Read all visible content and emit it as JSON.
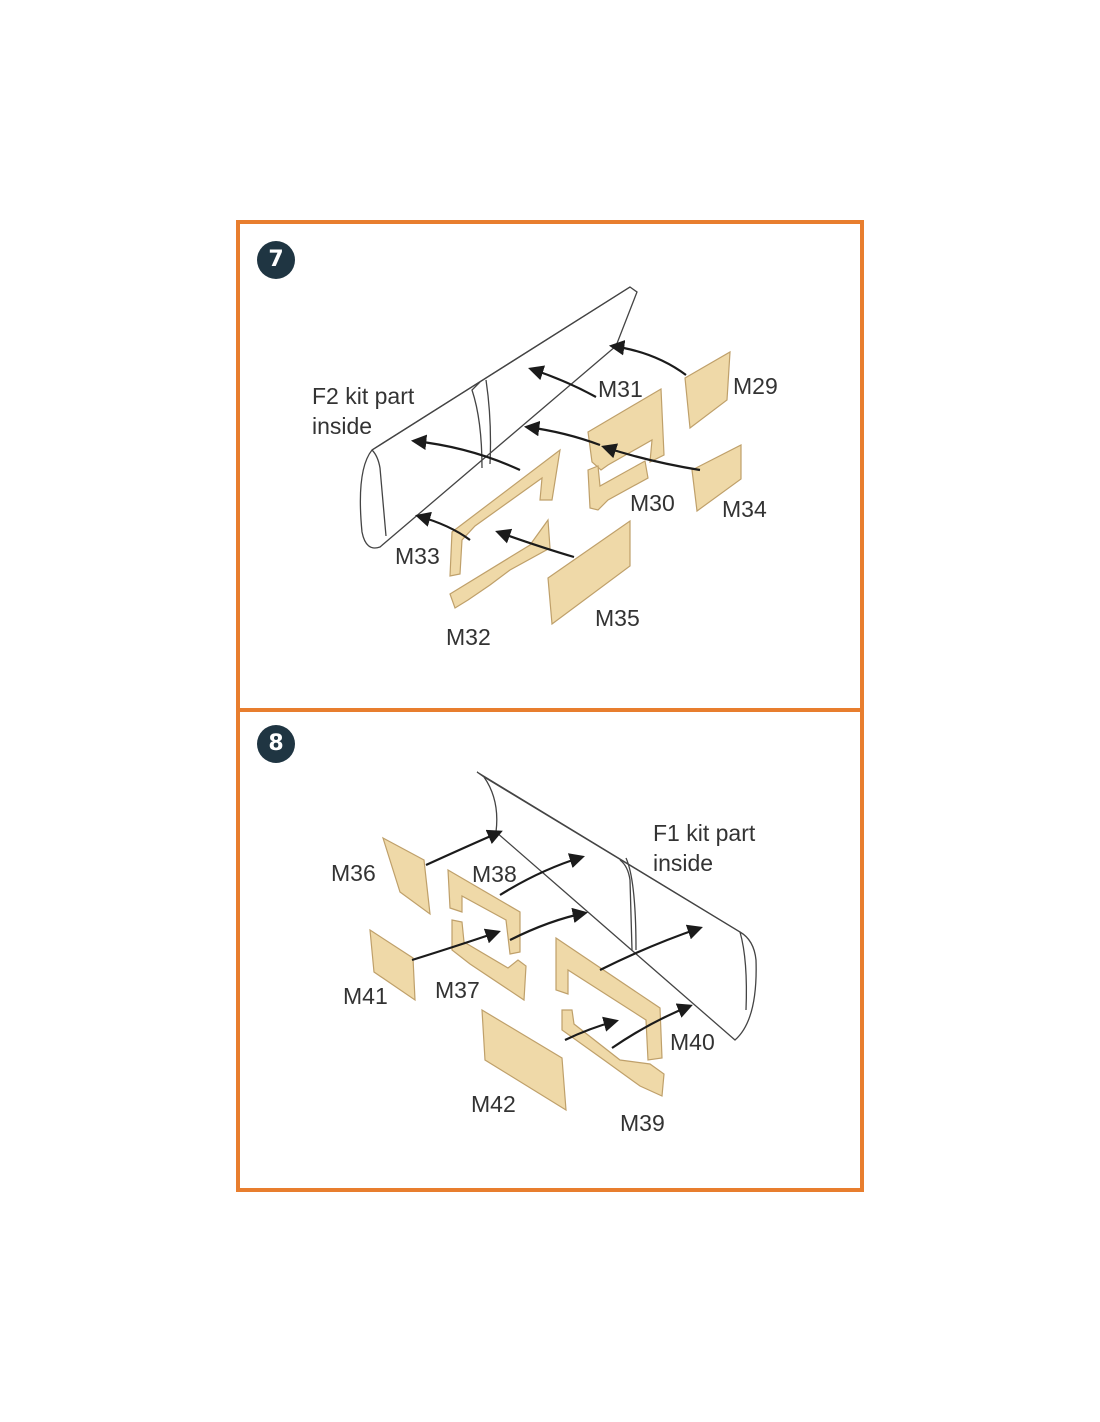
{
  "colors": {
    "frame": "#e87e2e",
    "badge": "#1f3542",
    "part_fill": "#efd9a8",
    "part_stroke": "#bfa06a",
    "arrow": "#1b1b1b"
  },
  "steps": [
    {
      "number": "7",
      "note_line1": "F2 kit part",
      "note_line2": "inside",
      "labels": [
        "M29",
        "M31",
        "M30",
        "M34",
        "M33",
        "M35",
        "M32"
      ]
    },
    {
      "number": "8",
      "note_line1": "F1 kit part",
      "note_line2": "inside",
      "labels": [
        "M36",
        "M38",
        "M41",
        "M37",
        "M40",
        "M42",
        "M39"
      ]
    }
  ]
}
